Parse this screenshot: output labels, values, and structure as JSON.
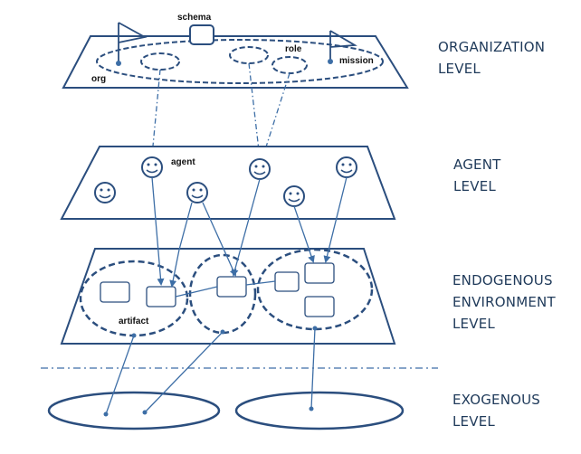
{
  "levels": [
    {
      "lines": [
        "ORGANIZATION",
        "LEVEL"
      ]
    },
    {
      "lines": [
        "AGENT",
        "LEVEL"
      ]
    },
    {
      "lines": [
        "ENDOGENOUS",
        "ENVIRONMENT",
        "LEVEL"
      ]
    },
    {
      "lines": [
        "EXOGENOUS",
        "LEVEL"
      ]
    }
  ],
  "labels": {
    "schema": "schema",
    "role": "role",
    "mission": "mission",
    "org": "org",
    "agent": "agent",
    "artifact": "artifact"
  },
  "colors": {
    "stroke": "#2b4e7e",
    "arrow": "#3d6ea6",
    "label_text": "#1f3a5a"
  },
  "icons": [
    "smiley-face-icon",
    "flag-icon"
  ]
}
